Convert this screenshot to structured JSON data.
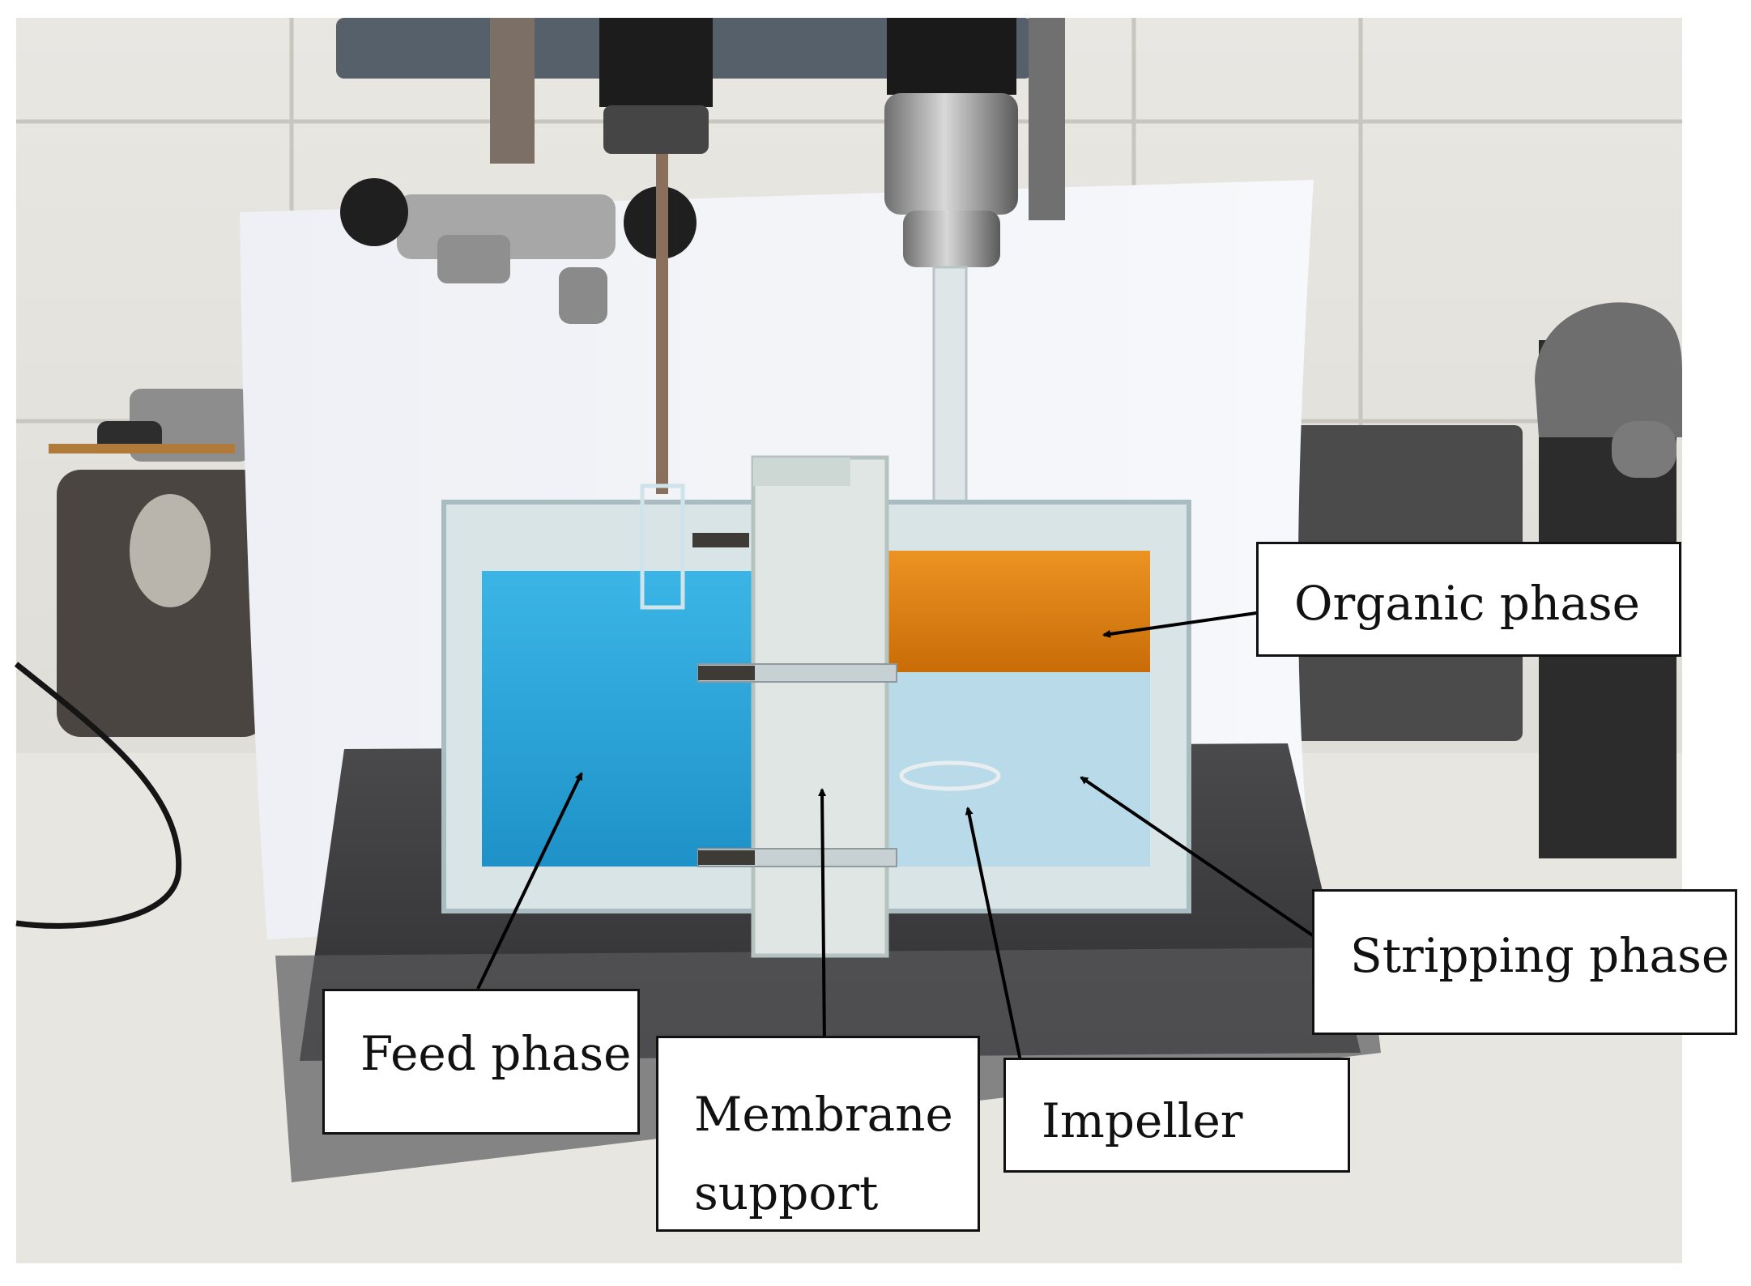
{
  "labels": {
    "organic_phase": "Organic phase",
    "stripping_phase": "Stripping phase",
    "feed_phase": "Feed phase",
    "membrane_support_line1": "Membrane",
    "membrane_support_line2": "support",
    "impeller": "Impeller"
  },
  "colors": {
    "feed_phase_liquid": "#2fa9dc",
    "organic_phase_liquid": "#e0820f",
    "stripping_phase_liquid": "#b9dbe9",
    "tile_wall": "#e6e4df",
    "paper_backdrop": "#f3f4f8",
    "base_block": "#3a3a3c",
    "plexiglass": "#d7e3e6"
  }
}
